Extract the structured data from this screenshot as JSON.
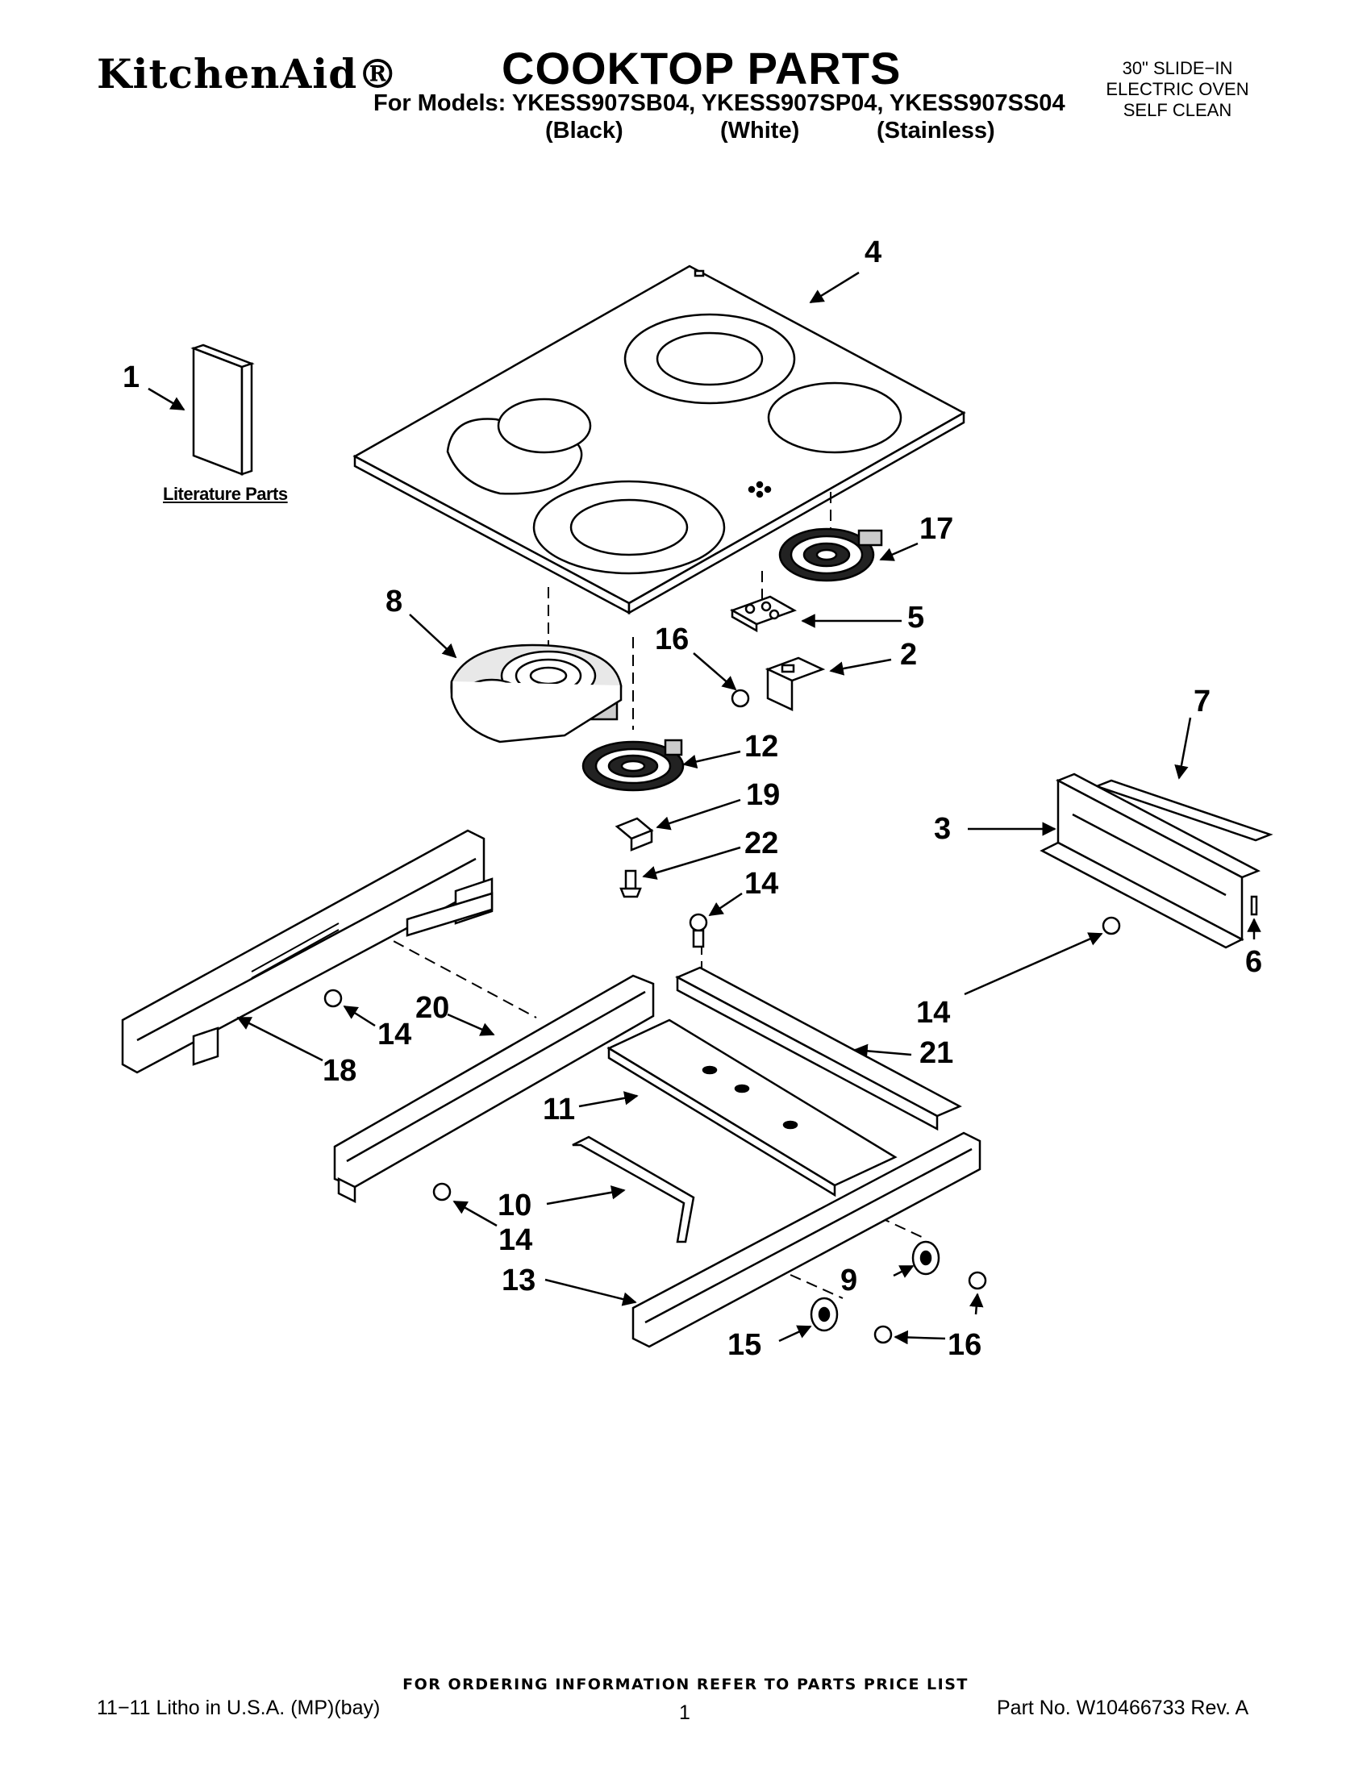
{
  "header": {
    "brand": "KitchenAid®",
    "title": "COOKTOP PARTS",
    "models_line": "For Models: YKESS907SB04, YKESS907SP04, YKESS907SS04",
    "colors": [
      "(Black)",
      "(White)",
      "(Stainless)"
    ],
    "product_lines": [
      "30\" SLIDE−IN",
      "ELECTRIC OVEN",
      "SELF CLEAN"
    ]
  },
  "literature_label": "Literature Parts",
  "callouts": [
    {
      "id": "c1",
      "text": "1"
    },
    {
      "id": "c2",
      "text": "2"
    },
    {
      "id": "c3",
      "text": "3"
    },
    {
      "id": "c4",
      "text": "4"
    },
    {
      "id": "c5",
      "text": "5"
    },
    {
      "id": "c6",
      "text": "6"
    },
    {
      "id": "c7",
      "text": "7"
    },
    {
      "id": "c8",
      "text": "8"
    },
    {
      "id": "c9",
      "text": "9"
    },
    {
      "id": "c10",
      "text": "10"
    },
    {
      "id": "c11",
      "text": "11"
    },
    {
      "id": "c12",
      "text": "12"
    },
    {
      "id": "c13",
      "text": "13"
    },
    {
      "id": "c14a",
      "text": "14"
    },
    {
      "id": "c14b",
      "text": "14"
    },
    {
      "id": "c14c",
      "text": "14"
    },
    {
      "id": "c14d",
      "text": "14"
    },
    {
      "id": "c15",
      "text": "15"
    },
    {
      "id": "c16a",
      "text": "16"
    },
    {
      "id": "c16b",
      "text": "16"
    },
    {
      "id": "c17",
      "text": "17"
    },
    {
      "id": "c18",
      "text": "18"
    },
    {
      "id": "c19",
      "text": "19"
    },
    {
      "id": "c20",
      "text": "20"
    },
    {
      "id": "c21",
      "text": "21"
    },
    {
      "id": "c22",
      "text": "22"
    }
  ],
  "footer": {
    "ordering_note": "FOR ORDERING INFORMATION REFER TO PARTS PRICE LIST",
    "litho": "11−11 Litho in U.S.A. (MP)(bay)",
    "page_number": "1",
    "part_number": "Part No. W10466733 Rev. A"
  }
}
